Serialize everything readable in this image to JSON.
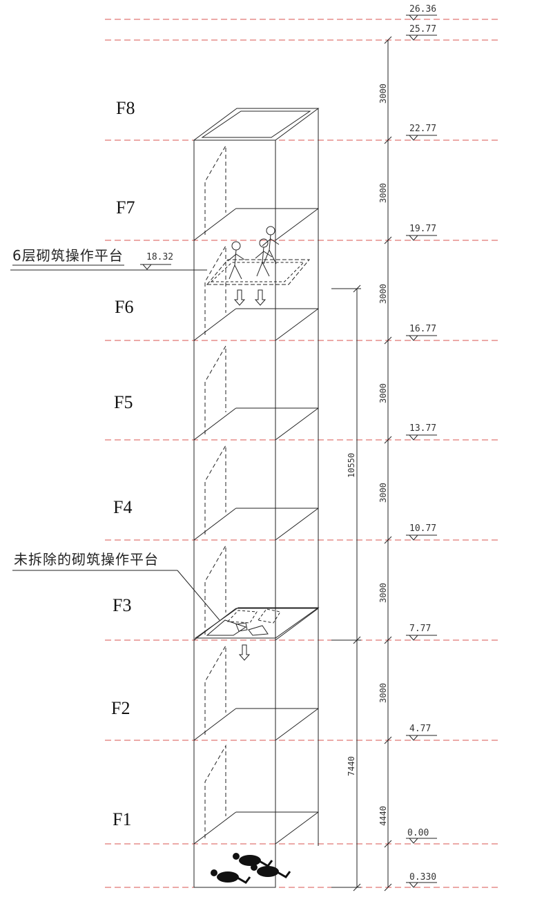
{
  "floors": [
    "F8",
    "F7",
    "F6",
    "F5",
    "F4",
    "F3",
    "F2",
    "F1"
  ],
  "elevations": [
    "26.36",
    "25.77",
    "22.77",
    "19.77",
    "16.77",
    "13.77",
    "10.77",
    "7.77",
    "4.77",
    "0.00",
    "0.330"
  ],
  "floor_heights": [
    "3000",
    "3000",
    "3000",
    "3000",
    "3000",
    "3000",
    "3000",
    "4440"
  ],
  "platform": {
    "label": "6层砌筑操作平台",
    "elevation": "18.32"
  },
  "leftover": {
    "label": "未拆除的砌筑操作平台"
  },
  "dimensions": {
    "upper": "10550",
    "lower": "7440"
  },
  "colors": {
    "line": "#222222",
    "level_dash": "#d9534f"
  }
}
